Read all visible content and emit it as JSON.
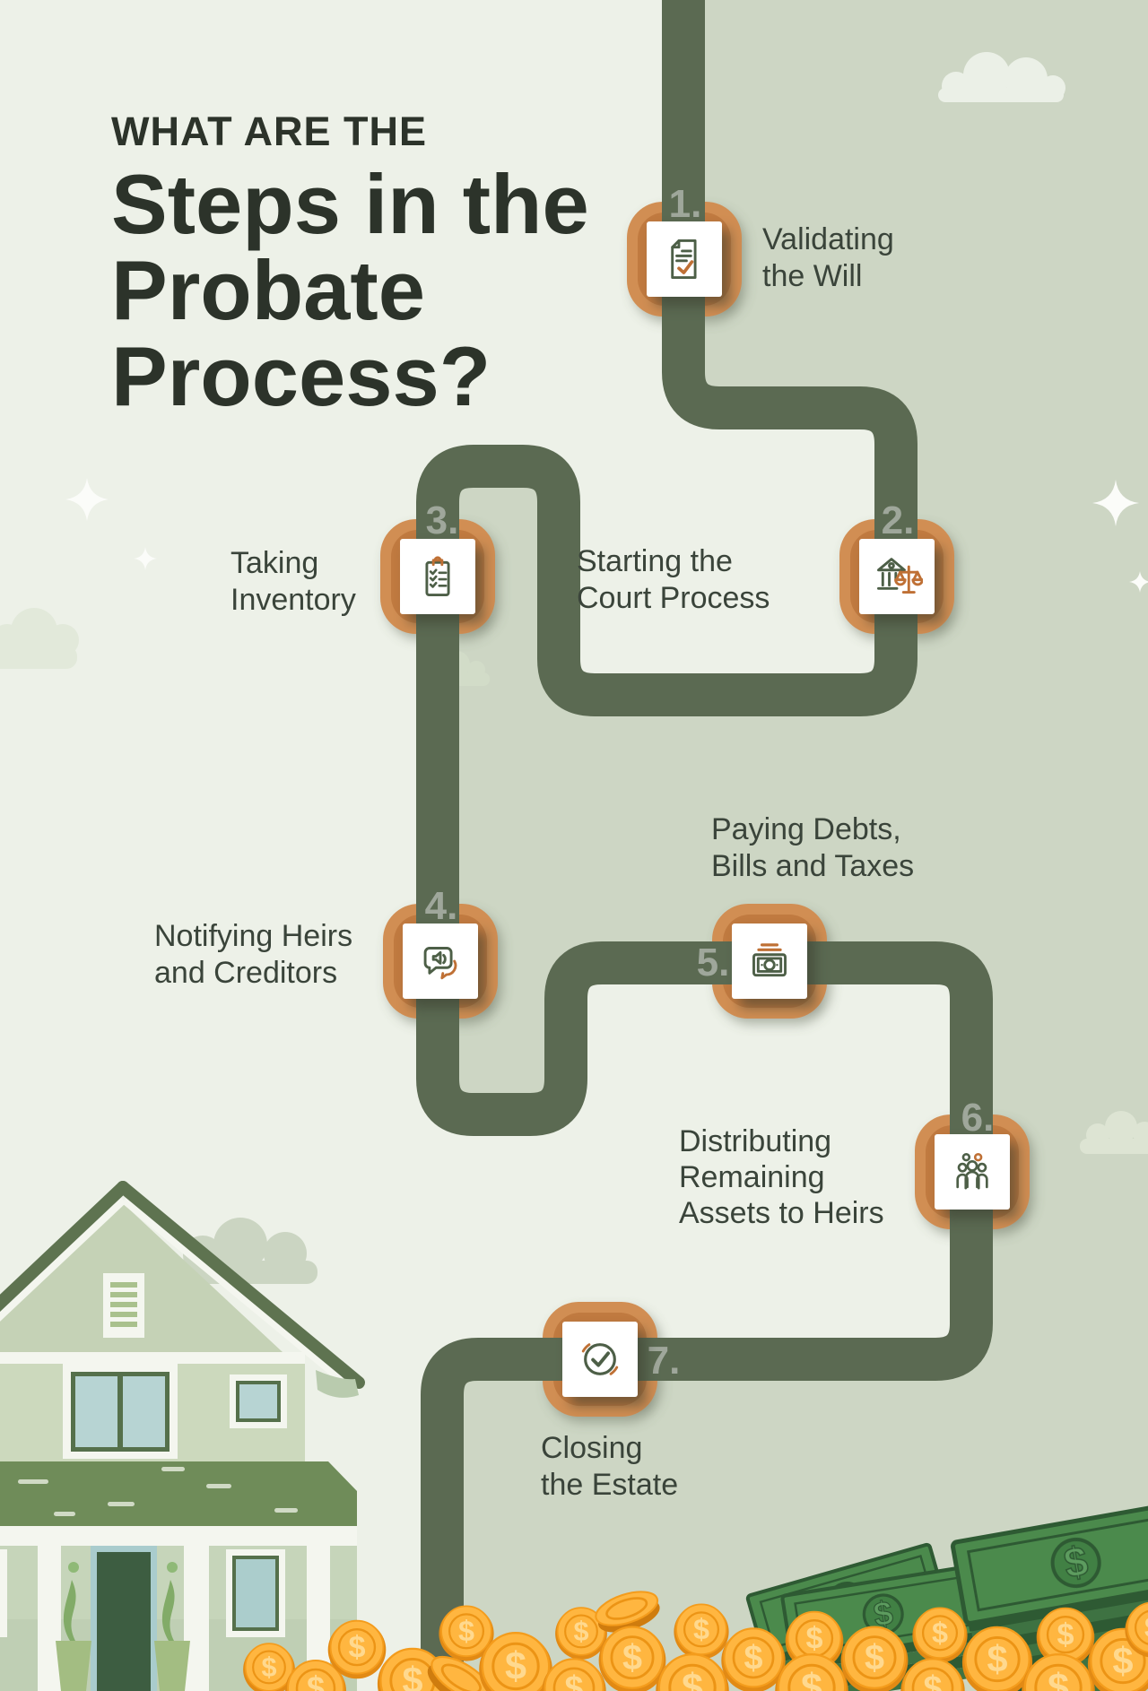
{
  "title": {
    "kicker": "WHAT ARE THE",
    "heading": "Steps in the\nProbate\nProcess?"
  },
  "steps": [
    {
      "number": "1.",
      "label": "Validating\nthe Will",
      "icon": "document-check"
    },
    {
      "number": "2.",
      "label": "Starting the\nCourt Process",
      "icon": "courthouse-scales"
    },
    {
      "number": "3.",
      "label": "Taking\nInventory",
      "icon": "clipboard-checklist"
    },
    {
      "number": "4.",
      "label": "Notifying Heirs\nand Creditors",
      "icon": "speech-bubbles"
    },
    {
      "number": "5.",
      "label": "Paying Debts,\nBills and Taxes",
      "icon": "money-bill"
    },
    {
      "number": "6.",
      "label": "Distributing\nRemaining\nAssets to Heirs",
      "icon": "people-group"
    },
    {
      "number": "7.",
      "label": "Closing\nthe Estate",
      "icon": "check-circle"
    }
  ],
  "colors": {
    "background_light": "#edf1e8",
    "background_sage": "#cdd6c4",
    "path": "#5b6a52",
    "accent_orange": "#cf8b50",
    "accent_orange_dark": "#c07a40",
    "text_dark": "#2c332a",
    "label_text": "#3a443a",
    "number_gray": "#9fa79b",
    "icon_green": "#4d5f47",
    "icon_orange": "#bf7035",
    "coin_gold": "#f9a61f",
    "bill_green": "#4b8a4c"
  }
}
